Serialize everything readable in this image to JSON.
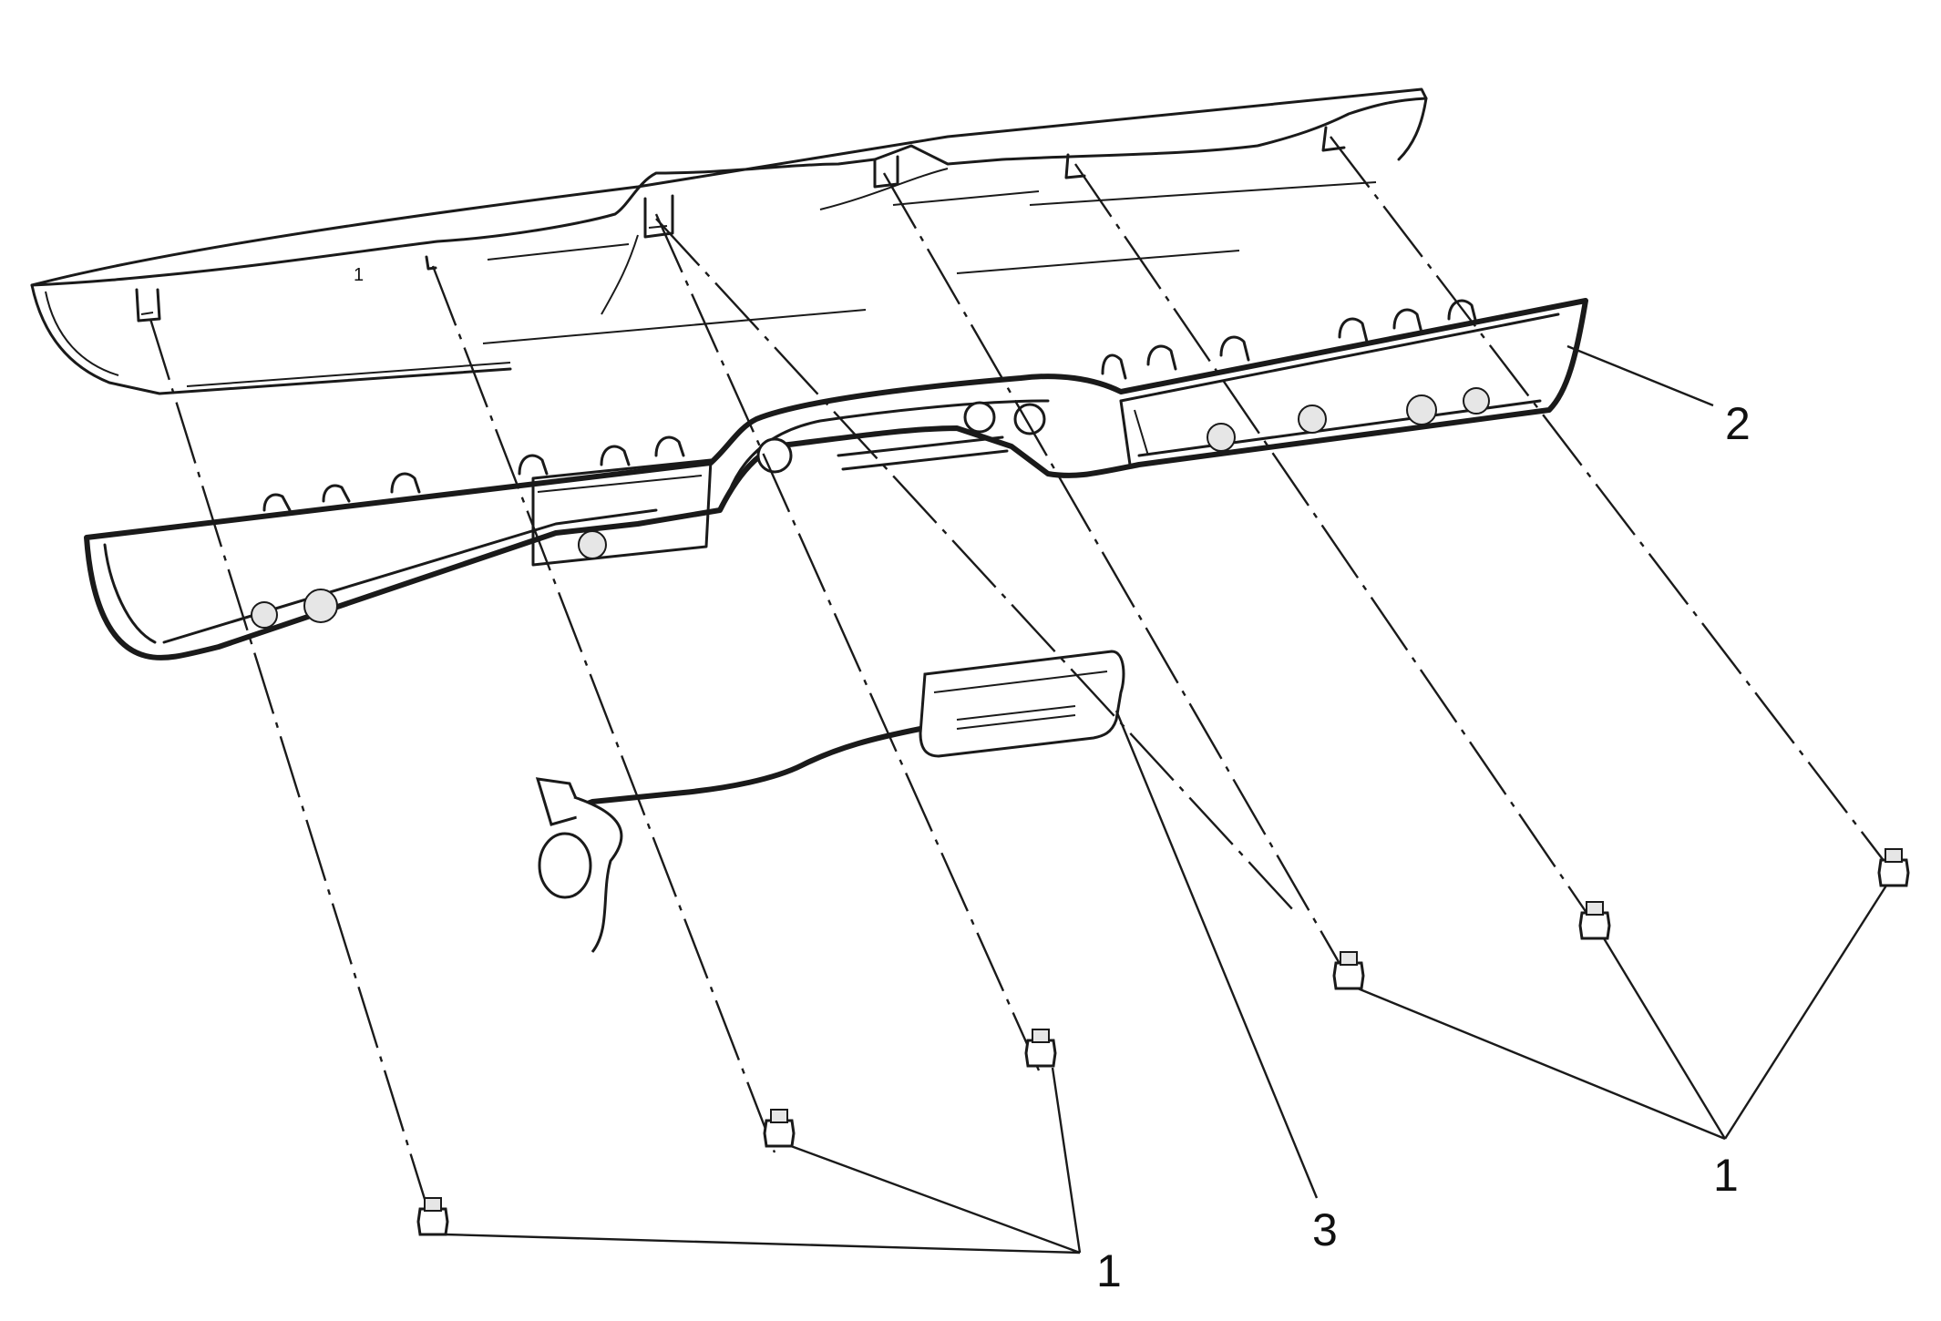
{
  "callouts": [
    {
      "id": "fastener-group-left",
      "label": "1"
    },
    {
      "id": "fastener-group-right",
      "label": "1"
    },
    {
      "id": "lamp-assembly",
      "label": "2"
    },
    {
      "id": "lamp-module",
      "label": "3"
    }
  ],
  "panel_mark": "1",
  "colors": {
    "line": "#1a1a1a",
    "background": "#ffffff",
    "shade": "#e6e6e6"
  }
}
